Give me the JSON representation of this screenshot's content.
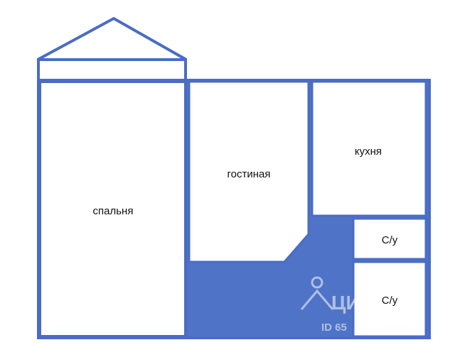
{
  "colors": {
    "wall": "#4a6cc4",
    "hall_fill": "#4f73c7",
    "background": "#ffffff",
    "room_fill": "#ffffff"
  },
  "rooms": {
    "bedroom": "спальня",
    "living": "гостиная",
    "kitchen": "кухня",
    "bath1": "С/у",
    "bath2": "С/у"
  },
  "watermark": {
    "brand": "ЦИАН",
    "id_text": "ID 65"
  }
}
